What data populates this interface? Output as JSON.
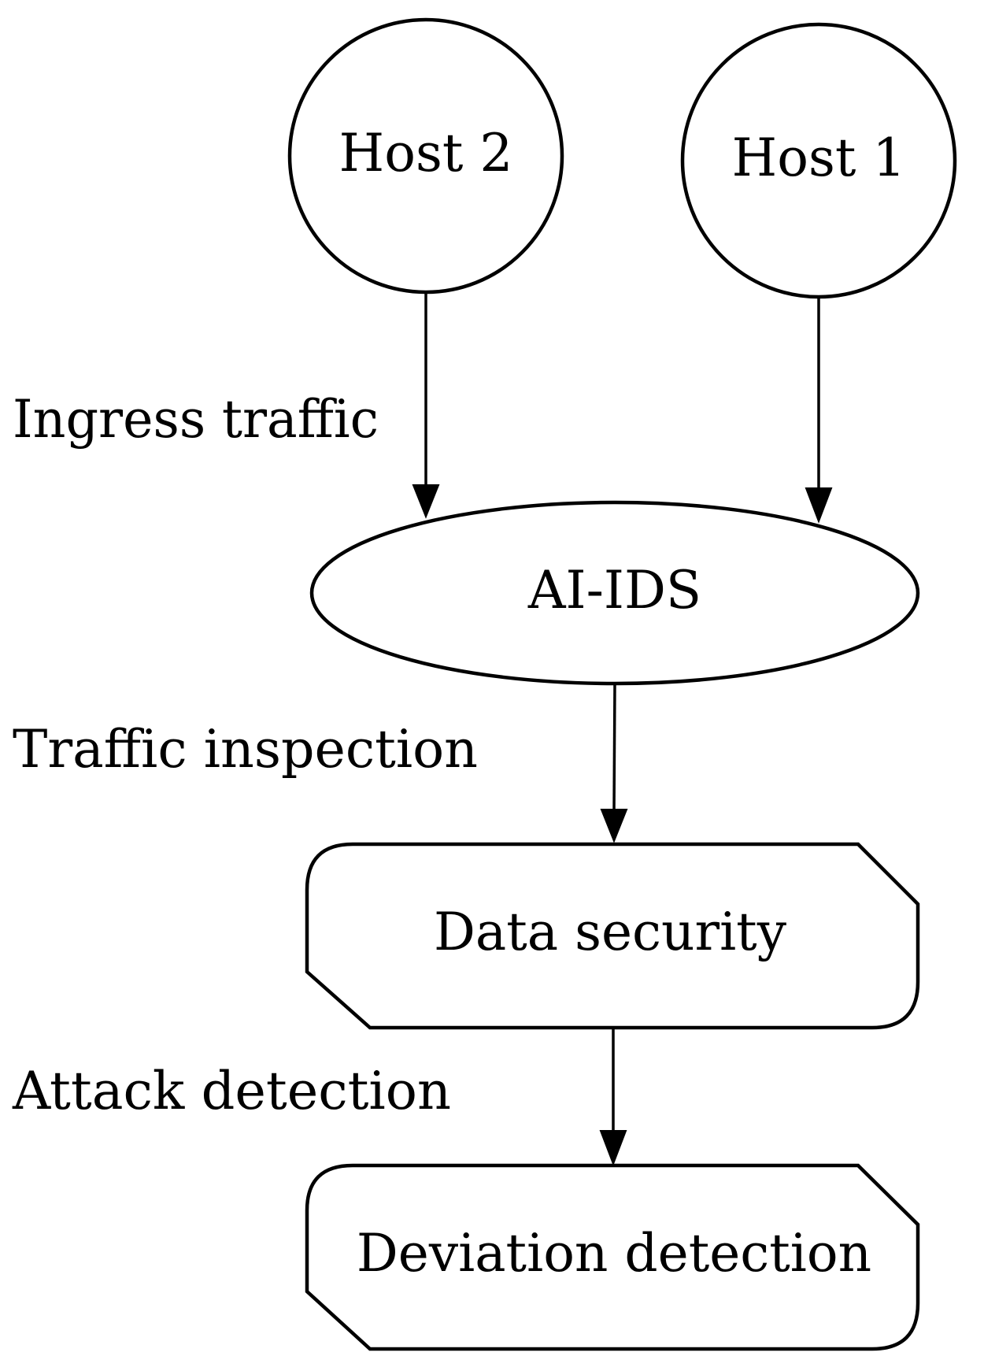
{
  "diagram": {
    "nodes": {
      "host2": {
        "label": "Host 2",
        "shape": "circle"
      },
      "host1": {
        "label": "Host 1",
        "shape": "circle"
      },
      "ai_ids": {
        "label": "AI-IDS",
        "shape": "ellipse"
      },
      "data_security": {
        "label": "Data security",
        "shape": "octagon"
      },
      "deviation_detection": {
        "label": "Deviation detection",
        "shape": "octagon"
      }
    },
    "edge_labels": {
      "ingress": "Ingress traffic",
      "inspection": "Traffic inspection",
      "attack": "Attack detection"
    },
    "edges": [
      {
        "from": "host2",
        "to": "ai_ids"
      },
      {
        "from": "host1",
        "to": "ai_ids"
      },
      {
        "from": "ai_ids",
        "to": "data_security"
      },
      {
        "from": "data_security",
        "to": "deviation_detection"
      }
    ],
    "colors": {
      "stroke": "#000000",
      "fill": "#ffffff",
      "text": "#000000"
    }
  }
}
